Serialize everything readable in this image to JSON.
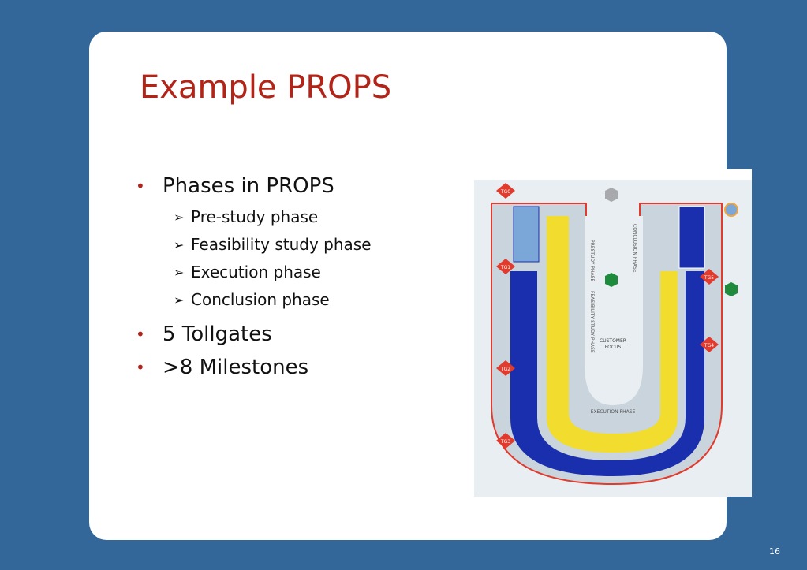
{
  "slide": {
    "title": "Example PROPS",
    "bullets": [
      {
        "text": "Phases in PROPS",
        "sub": [
          "Pre-study phase",
          "Feasibility study phase",
          "Execution phase",
          "Conclusion phase"
        ]
      },
      {
        "text": "5 Tollgates"
      },
      {
        "text": ">8 Milestones"
      }
    ],
    "page_number": "16"
  },
  "figure": {
    "tollgates": [
      "TG0",
      "TG1",
      "TG2",
      "TG3",
      "TG4",
      "TG5"
    ],
    "phase_labels": {
      "prestudy": "PRESTUDY PHASE",
      "feasibility": "FEASIBILITY STUDY PHASE",
      "execution": "EXECUTION PHASE",
      "conclusion": "CONCLUSION PHASE",
      "center": [
        "CUSTOMER",
        "FOCUS"
      ]
    },
    "colors": {
      "accent_title": "#b22418",
      "frame": "#336699",
      "u_outer": "#c9d4dc",
      "u_blue": "#1a2fae",
      "u_yellow": "#f2dc2e",
      "tollgate_red": "#e23a2c",
      "milestone_green": "#1e8a3c"
    }
  }
}
